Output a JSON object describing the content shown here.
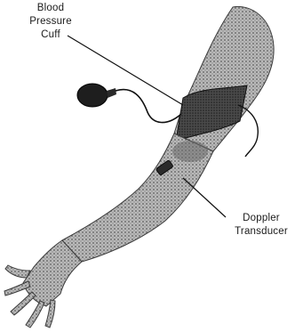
{
  "labels": {
    "cuff": [
      "Blood",
      "Pressure",
      "Cuff"
    ],
    "doppler": [
      "Doppler",
      "Transducer"
    ]
  },
  "colors": {
    "skin_shade": "#7a7a7a",
    "cuff": "#3a3a3a",
    "bulb": "#1e1e1e",
    "leader": "#111111",
    "label_text": "#1a1a1a"
  }
}
